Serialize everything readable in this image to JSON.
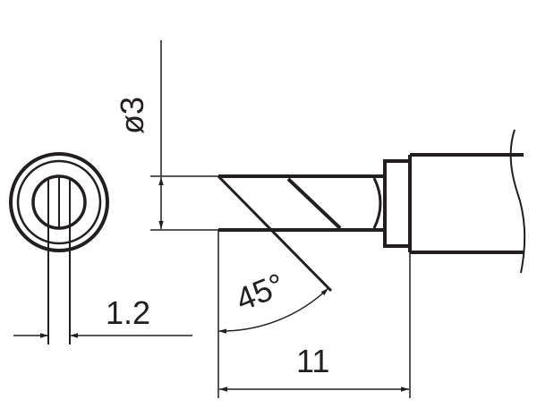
{
  "dimensions": {
    "diameter": "ø3",
    "width": "1.2",
    "angle": "45°",
    "length": "11"
  },
  "colors": {
    "line": "#231f20",
    "background": "#ffffff"
  }
}
